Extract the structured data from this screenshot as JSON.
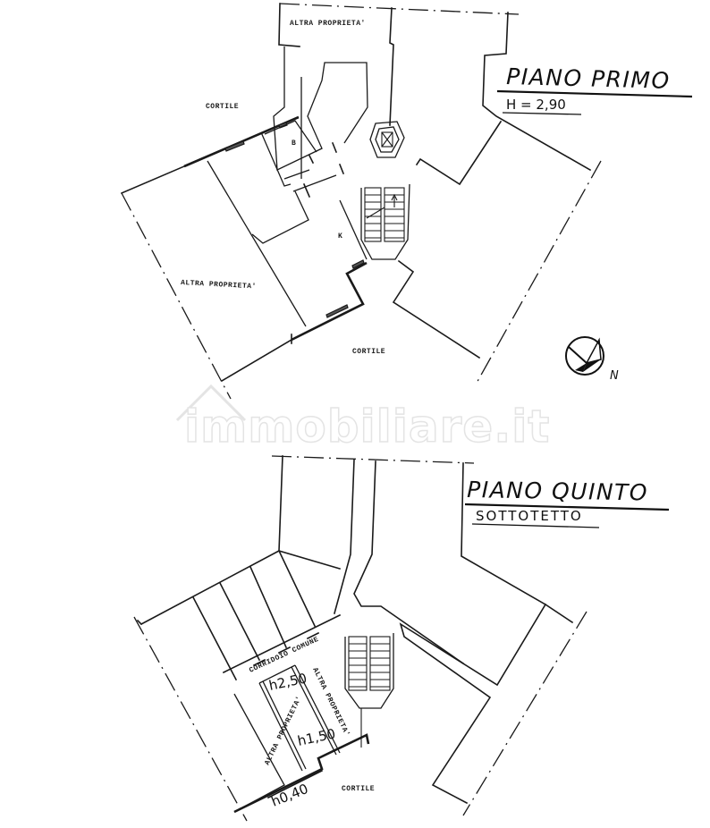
{
  "upper_plan": {
    "title": "PIANO PRIMO",
    "height_label": "H = 2,90",
    "labels": {
      "top_neighbor": "ALTRA PROPRIETA'",
      "courtyard_top": "CORTILE",
      "left_neighbor": "ALTRA PROPRIETA'",
      "courtyard_bottom": "CORTILE",
      "room_b": "B",
      "room_k": "K"
    },
    "compass": {
      "label": "N"
    }
  },
  "lower_plan": {
    "title": "PIANO QUINTO",
    "subtitle": "SOTTOTETTO",
    "labels": {
      "corridor": "CORRIDOIO COMUNE",
      "left_neighbor": "ALTRA PROPRIETA'",
      "right_neighbor": "ALTRA PROPRIETA'",
      "courtyard": "CORTILE",
      "height_max": "h2,50",
      "height_mid": "h1,50",
      "height_min": "h0,40"
    }
  },
  "watermark": {
    "text": "immobiliare.it"
  }
}
